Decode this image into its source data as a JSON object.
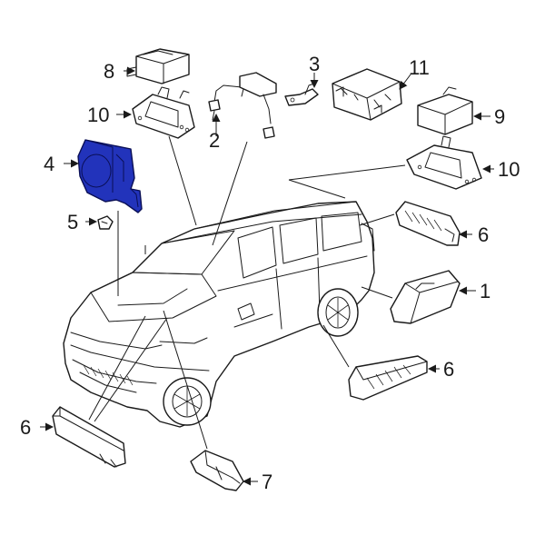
{
  "callouts": {
    "c1": "1",
    "c2": "2",
    "c3": "3",
    "c4": "4",
    "c5": "5",
    "c6a": "6",
    "c6b": "6",
    "c6c": "6",
    "c7": "7",
    "c8": "8",
    "c9": "9",
    "c10a": "10",
    "c10b": "10",
    "c11": "11"
  },
  "highlighted_part": "4",
  "colors": {
    "highlight_fill": "#2233bb",
    "line": "#1a1a1a",
    "background": "#ffffff"
  }
}
